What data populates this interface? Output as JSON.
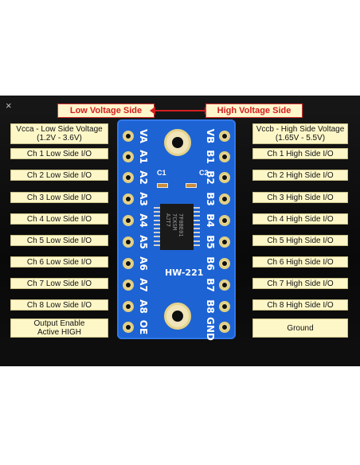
{
  "close_glyph": "×",
  "headers": {
    "low": "Low Voltage Side",
    "high": "High Voltage Side"
  },
  "left_labels": [
    "Vcca - Low Side Voltage\n(1.2V - 3.6V)",
    "Ch 1 Low Side I/O",
    "Ch 2 Low Side I/O",
    "Ch 3 Low Side I/O",
    "Ch 4 Low Side I/O",
    "Ch 5 Low Side I/O",
    "Ch 6 Low Side I/O",
    "Ch 7 Low Side I/O",
    "Ch 8 Low Side I/O",
    "Output Enable\nActive HIGH"
  ],
  "right_labels": [
    "Vccb - High Side Voltage\n(1.65V - 5.5V)",
    "Ch 1 High Side I/O",
    "Ch 2 High Side I/O",
    "Ch 3 High Side I/O",
    "Ch 4 High Side I/O",
    "Ch 5 High Side I/O",
    "Ch 6 High Side I/O",
    "Ch 7 High Side I/O",
    "Ch 8 High Side I/O",
    "Ground"
  ],
  "board": {
    "left_pins": [
      "VA",
      "A1",
      "A2",
      "A3",
      "A4",
      "A5",
      "A6",
      "A7",
      "A8",
      "OE"
    ],
    "right_pins": [
      "VB",
      "B1",
      "B2",
      "B3",
      "B4",
      "B5",
      "B6",
      "B7",
      "B8",
      "GND"
    ],
    "cap_left": "C1",
    "cap_right": "C2",
    "model": "HW-221",
    "chip_text": "7F0BE01\n7CKSM\nAJT7"
  }
}
